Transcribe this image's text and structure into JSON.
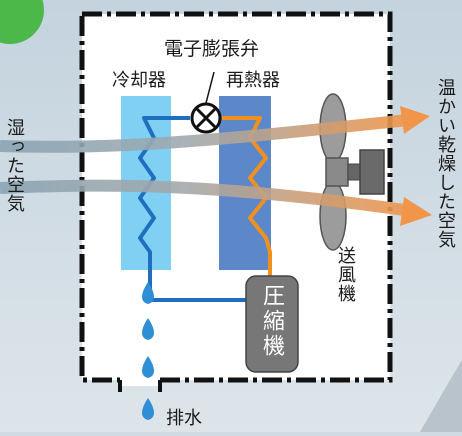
{
  "labels": {
    "valve": "電子膨張弁",
    "cooler": "冷却器",
    "reheater": "再熱器",
    "fan": "送風機",
    "compressor": "圧縮機",
    "humid_air": "湿った空気",
    "warm_dry_air": "温かい乾燥した空気",
    "drain": "排水"
  },
  "colors": {
    "background": "#cfdae3",
    "cooler": "#7fd0f2",
    "reheater": "#5c87c8",
    "cold_pipe": "#1f6fc0",
    "hot_pipe": "#f2901f",
    "compressor": "#777777",
    "fan": "#999999",
    "water_drop": "#2f8fd6",
    "corner_badge": "#4cb849"
  }
}
